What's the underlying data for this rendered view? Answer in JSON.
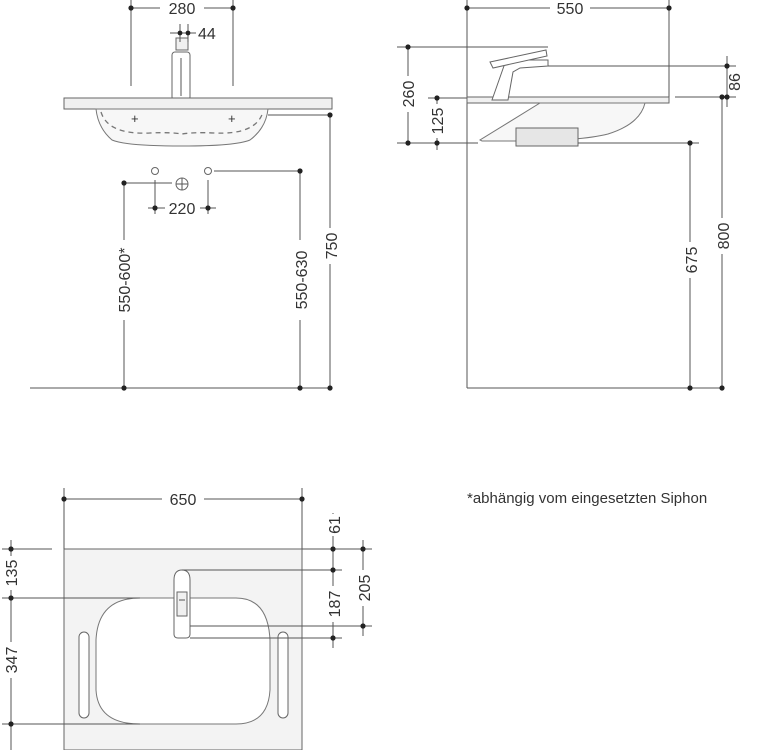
{
  "front": {
    "width_top": "280",
    "faucet": "44",
    "drain_spacing": "220",
    "height_left": "550-600*",
    "height_mid": "550-630",
    "height_total": "750"
  },
  "side": {
    "depth": "550",
    "height_260": "260",
    "height_125": "125",
    "faucet_height": "86",
    "height_675": "675",
    "height_800": "800"
  },
  "top": {
    "width": "650",
    "dim_135": "135",
    "dim_347": "347",
    "dim_61": "61",
    "dim_187": "187",
    "dim_205": "205"
  },
  "note": "*abhängig vom eingesetzten Siphon"
}
